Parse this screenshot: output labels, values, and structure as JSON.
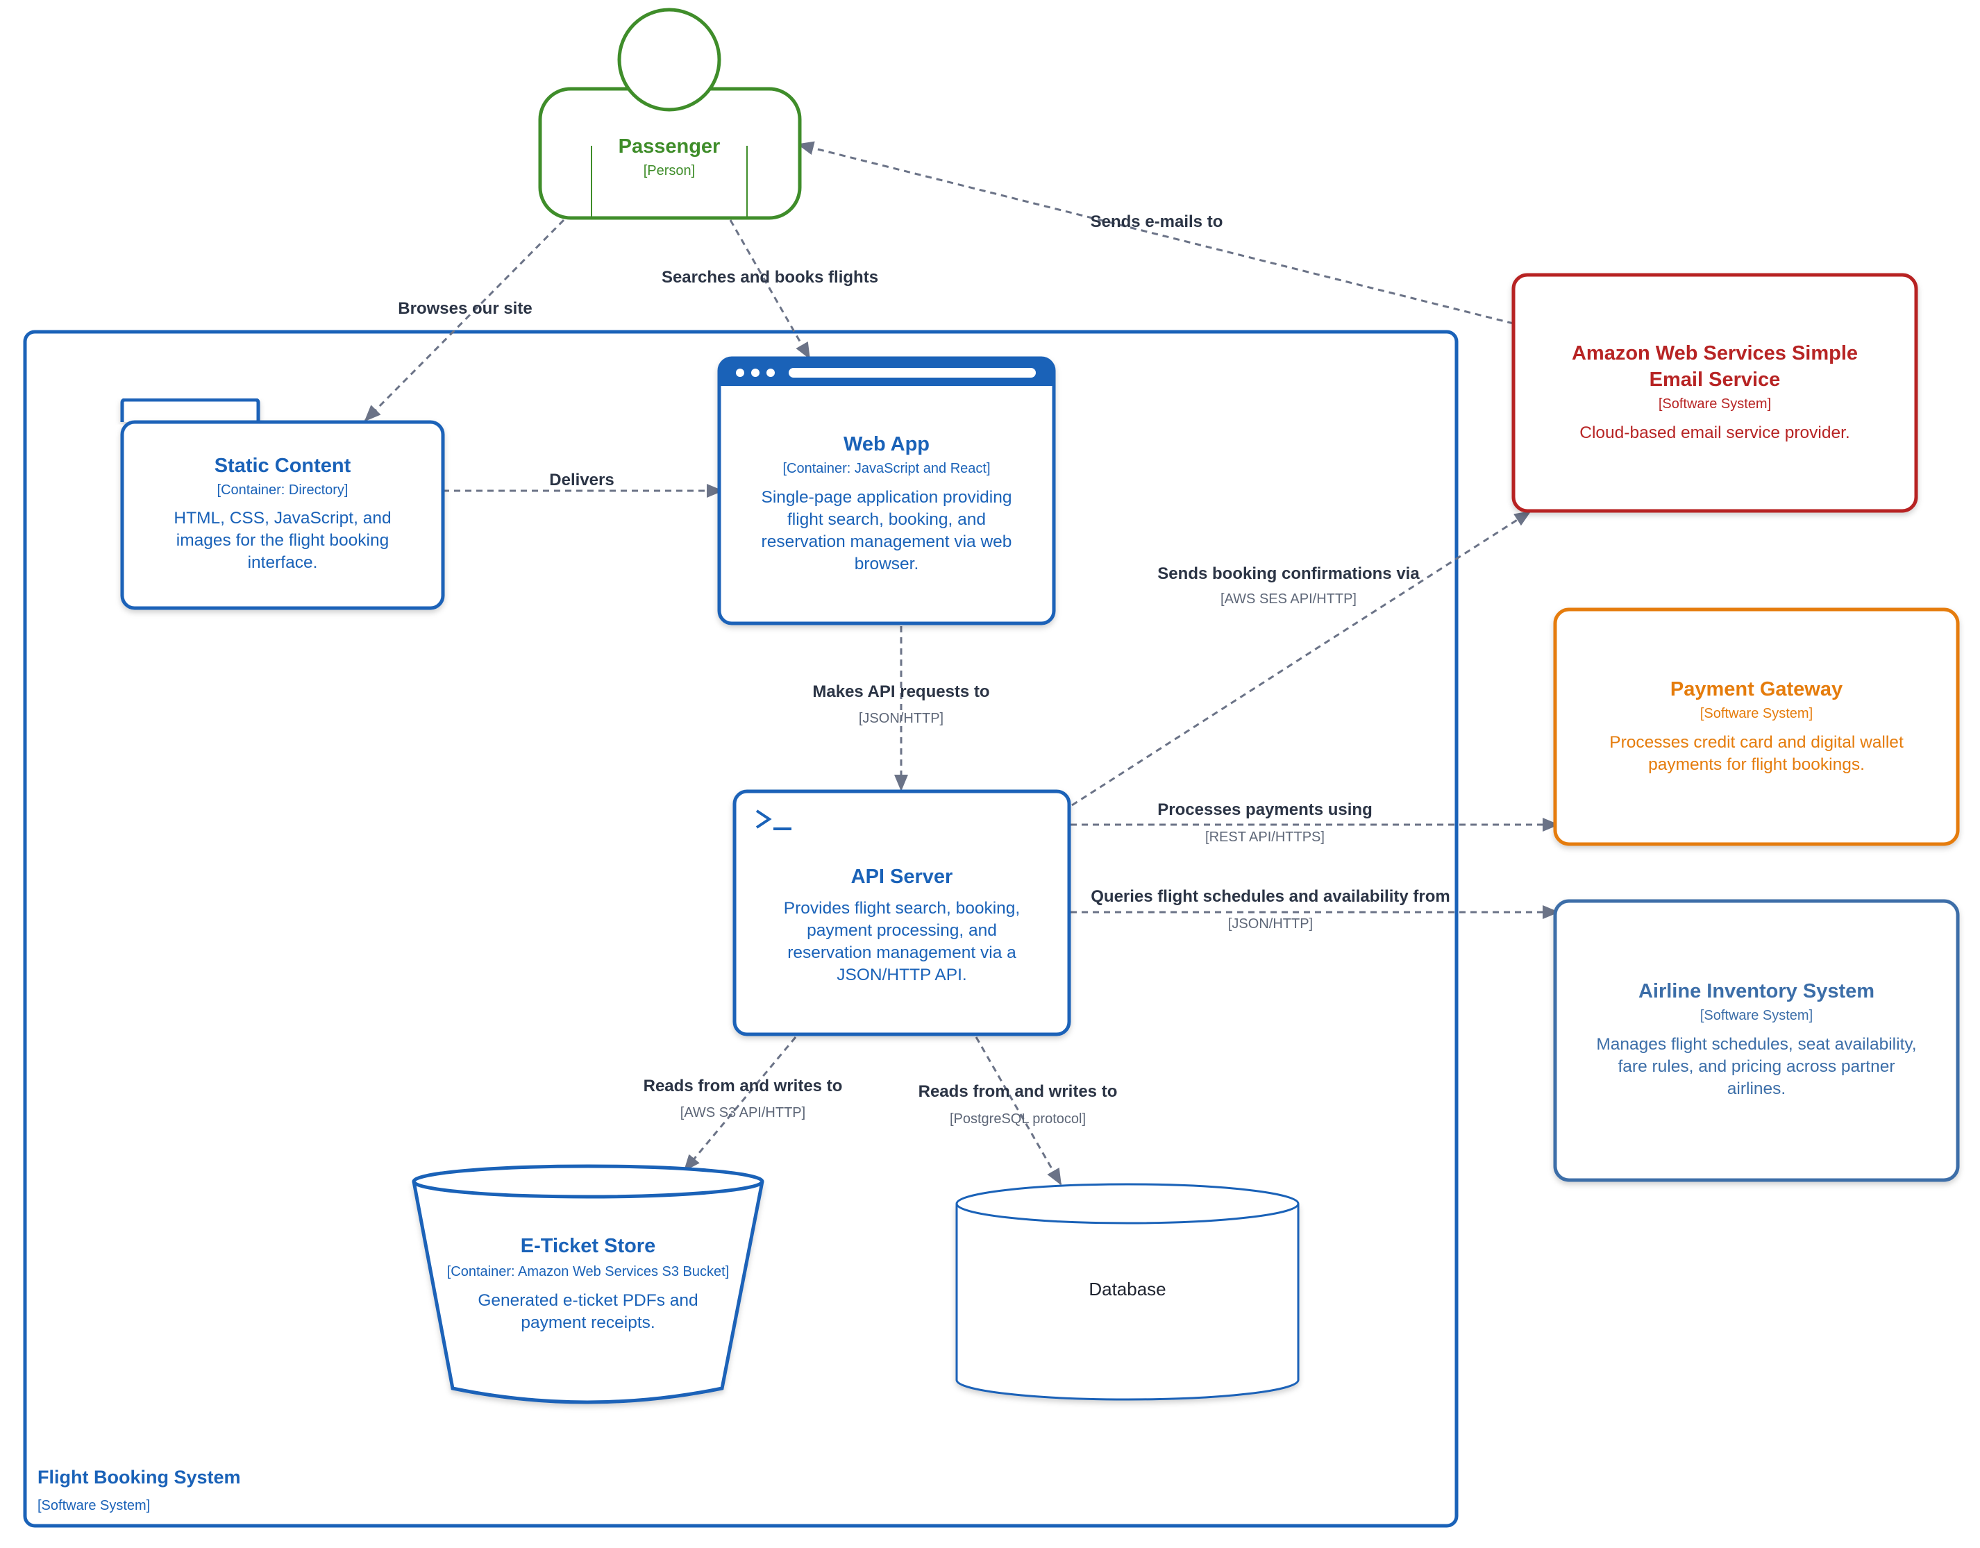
{
  "colors": {
    "container": "#1a62b8",
    "person": "#3f8d2a",
    "email_service": "#b72424",
    "payment": "#e57c0c",
    "airline": "#3c6ea8",
    "edge": "#6b7387"
  },
  "boundary": {
    "title": "Flight Booking System",
    "type": "[Software System]"
  },
  "nodes": {
    "passenger": {
      "title": "Passenger",
      "type": "[Person]"
    },
    "static": {
      "title": "Static Content",
      "type": "[Container: Directory]",
      "desc": [
        "HTML, CSS, JavaScript, and",
        "images for the flight booking",
        "interface."
      ]
    },
    "webapp": {
      "title": "Web App",
      "type": "[Container: JavaScript and React]",
      "desc": [
        "Single-page application providing",
        "flight search, booking, and",
        "reservation management via web",
        "browser."
      ]
    },
    "api": {
      "icon": "terminal-icon",
      "title": "API Server",
      "desc": [
        "Provides flight search, booking,",
        "payment processing, and",
        "reservation management via a",
        "JSON/HTTP API."
      ]
    },
    "eticket": {
      "title": "E-Ticket Store",
      "type": "[Container: Amazon Web Services S3 Bucket]",
      "desc": [
        "Generated e-ticket PDFs and",
        "payment receipts."
      ]
    },
    "database": {
      "title": "Database"
    },
    "ses": {
      "title": [
        "Amazon Web Services Simple",
        "Email Service"
      ],
      "type": "[Software System]",
      "desc": [
        "Cloud-based email service provider."
      ]
    },
    "payment": {
      "title": "Payment Gateway",
      "type": "[Software System]",
      "desc": [
        "Processes credit card and digital wallet",
        "payments for flight bookings."
      ]
    },
    "airline": {
      "title": "Airline Inventory System",
      "type": "[Software System]",
      "desc": [
        "Manages flight schedules, seat availability,",
        "fare rules, and pricing across partner",
        "airlines."
      ]
    }
  },
  "edges": [
    {
      "id": "browse",
      "label": "Browses our site"
    },
    {
      "id": "search",
      "label": "Searches and books flights"
    },
    {
      "id": "emails",
      "label": "Sends e-mails to"
    },
    {
      "id": "delivers",
      "label": "Delivers"
    },
    {
      "id": "api-requests",
      "label": "Makes API requests to",
      "tech": "[JSON/HTTP]"
    },
    {
      "id": "confirmations",
      "label": "Sends booking confirmations via",
      "tech": "[AWS SES API/HTTP]"
    },
    {
      "id": "payments",
      "label": "Processes payments using",
      "tech": "[REST API/HTTPS]"
    },
    {
      "id": "schedules",
      "label": "Queries flight schedules and availability from",
      "tech": "[JSON/HTTP]"
    },
    {
      "id": "s3-rw",
      "label": "Reads from and writes to",
      "tech": "[AWS S3 API/HTTP]"
    },
    {
      "id": "db-rw",
      "label": "Reads from and writes to",
      "tech": "[PostgreSQL protocol]"
    }
  ]
}
